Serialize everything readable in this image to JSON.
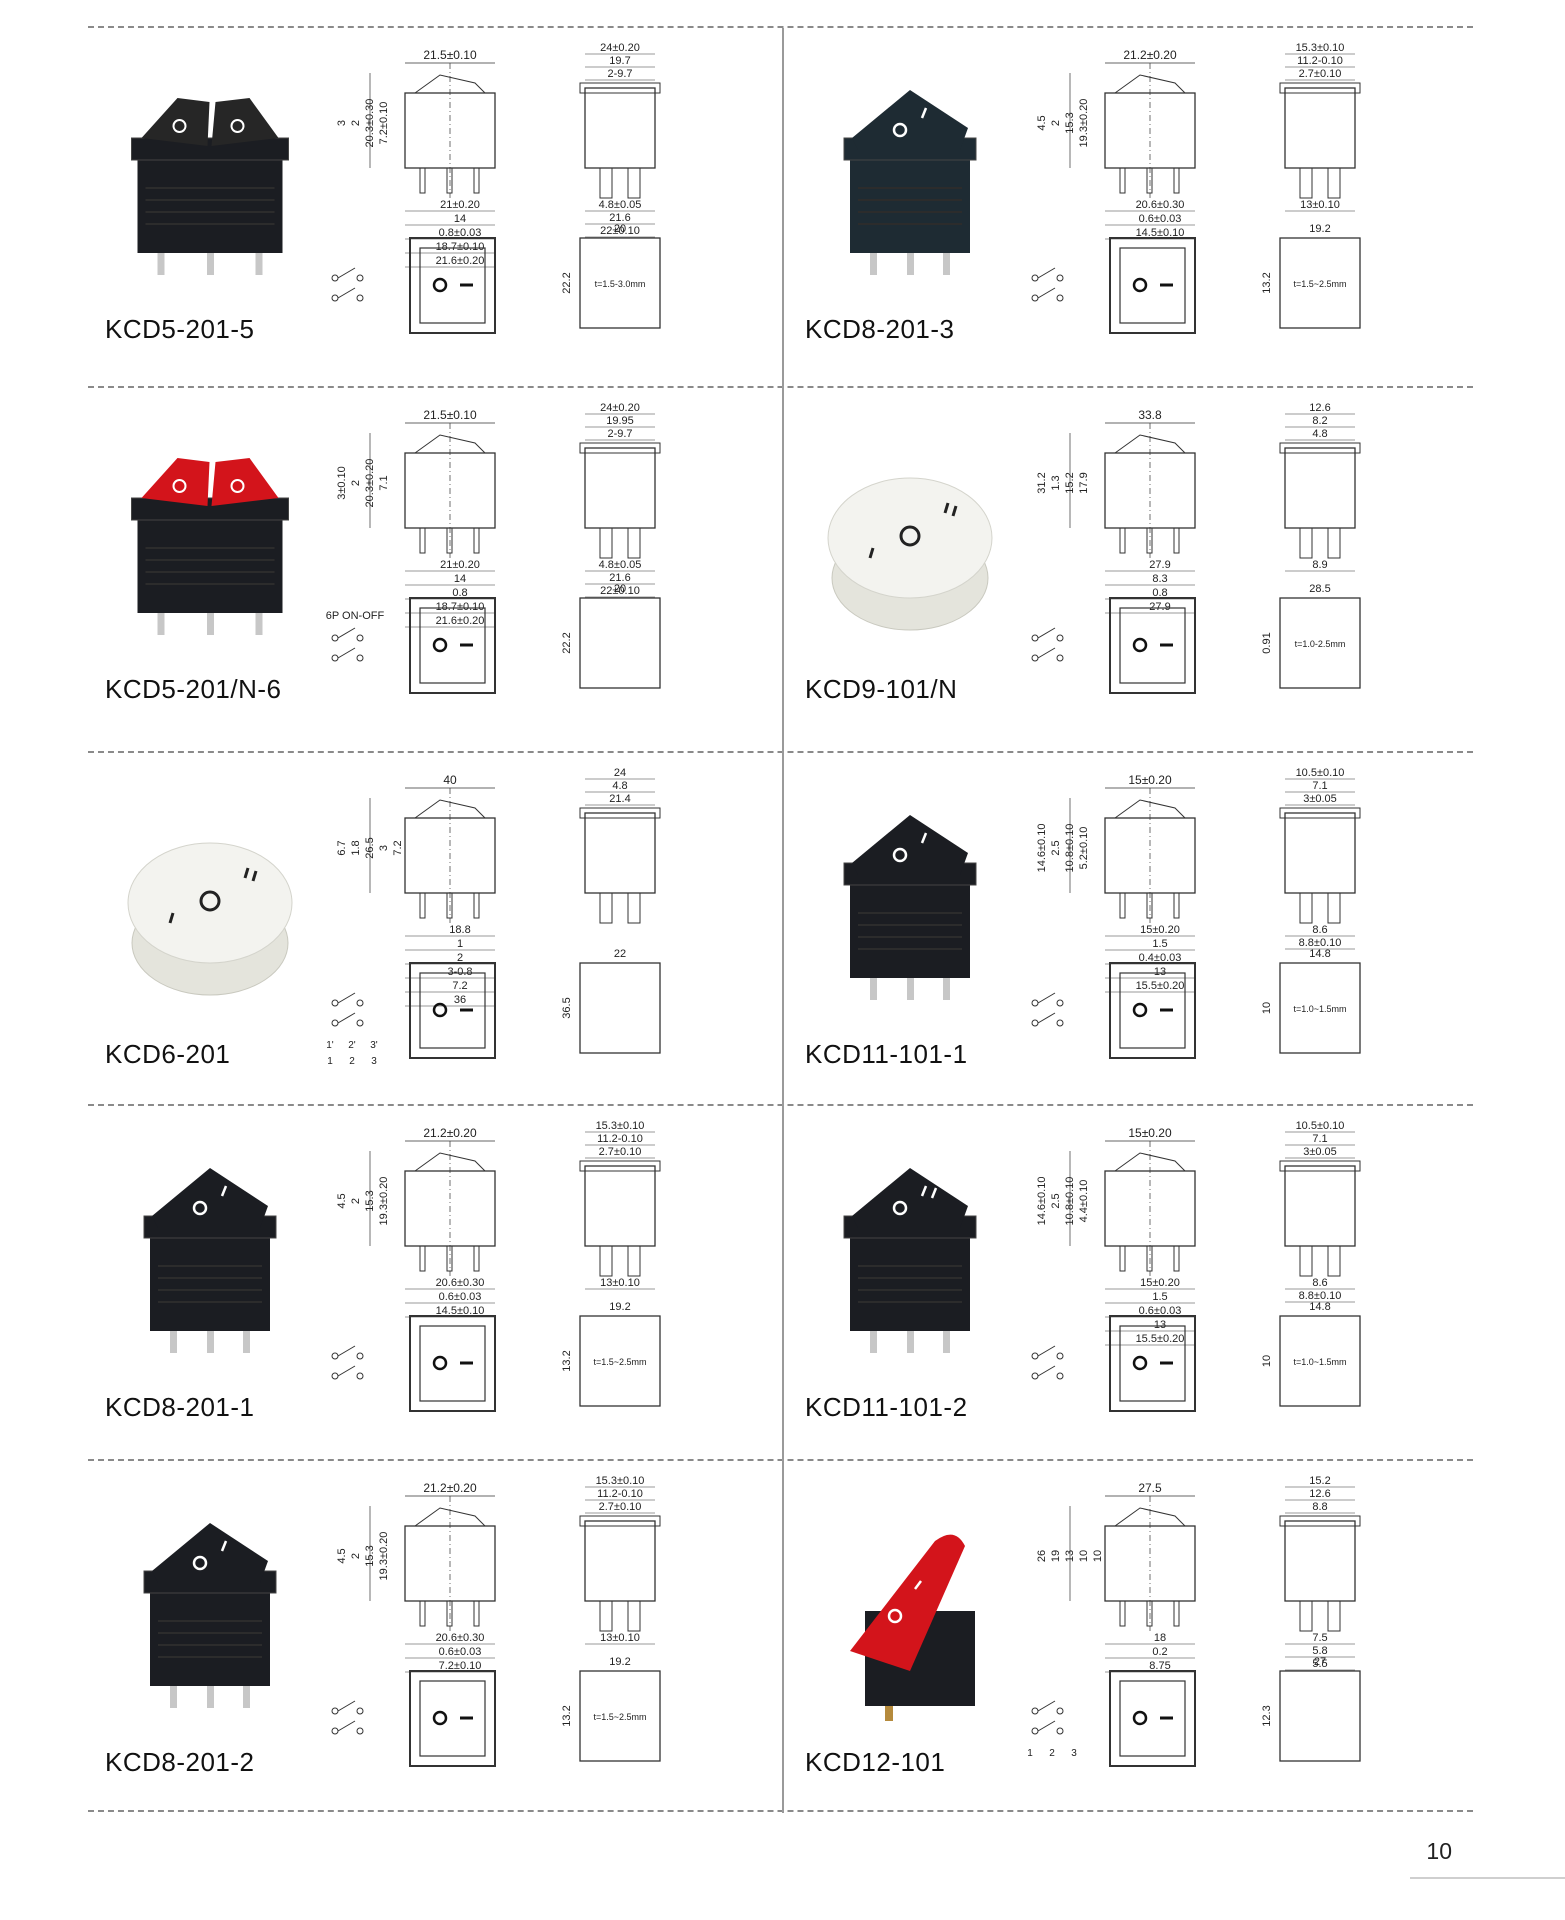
{
  "catalog": {
    "page_number": "10",
    "products": [
      {
        "model": "KCD5-201-5",
        "front_dims": [
          "21.5±0.10",
          "3",
          "2",
          "21±0.20",
          "20.3±0.30",
          "14",
          "0.8±0.03",
          "7.2±0.10",
          "18.7±0.10",
          "21.6±0.20"
        ],
        "side_dims": [
          "24±0.20",
          "19.7",
          "2-9.7",
          "4.8±0.05",
          "21.6",
          "22±0.10"
        ],
        "cutout_dims": [
          "20",
          "22.2",
          "t=1.5-3.0mm"
        ],
        "circuit_label": ""
      },
      {
        "model": "KCD8-201-3",
        "front_dims": [
          "21.2±0.20",
          "4.5",
          "2",
          "20.6±0.30",
          "15.3",
          "0.6±0.03",
          "14.5±0.10",
          "19.3±0.20"
        ],
        "side_dims": [
          "15.3±0.10",
          "11.2-0.10",
          "2.7±0.10",
          "13±0.10"
        ],
        "cutout_dims": [
          "19.2",
          "13.2",
          "t=1.5~2.5mm"
        ],
        "circuit_label": ""
      },
      {
        "model": "KCD5-201/N-6",
        "front_dims": [
          "21.5±0.10",
          "3±0.10",
          "2",
          "21±0.20",
          "20.3±0.20",
          "14",
          "0.8",
          "7.1",
          "18.7±0.10",
          "21.6±0.20"
        ],
        "side_dims": [
          "24±0.20",
          "19.95",
          "2-9.7",
          "4.8±0.05",
          "21.6",
          "22±0.10"
        ],
        "cutout_dims": [
          "20",
          "22.2",
          ""
        ],
        "circuit_label": "6P ON-OFF"
      },
      {
        "model": "KCD9-101/N",
        "front_dims": [
          "33.8",
          "31.2",
          "27.9",
          "1.3",
          "15.2",
          "8.3",
          "0.8",
          "17.9",
          "27.9"
        ],
        "side_dims": [
          "12.6",
          "8.2",
          "4.8",
          "8.9"
        ],
        "cutout_dims": [
          "28.5",
          "0.91",
          "t=1.0-2.5mm"
        ],
        "circuit_label": ""
      },
      {
        "model": "KCD6-201",
        "front_dims": [
          "40",
          "6.7",
          "1.8",
          "18.8",
          "26.5",
          "1",
          "2",
          "3",
          "3-0.8",
          "7.2",
          "7.2",
          "36"
        ],
        "side_dims": [
          "24",
          "4.8",
          "21.4"
        ],
        "cutout_dims": [
          "22",
          "36.5",
          ""
        ],
        "circuit_label": "",
        "terminal_labels": [
          "1'",
          "2'",
          "3'",
          "1",
          "2",
          "3"
        ]
      },
      {
        "model": "KCD11-101-1",
        "front_dims": [
          "15±0.20",
          "14.6±0.10",
          "2.5",
          "15±0.20",
          "10.8±0.10",
          "1.5",
          "0.4±0.03",
          "5.2±0.10",
          "13",
          "15.5±0.20"
        ],
        "side_dims": [
          "10.5±0.10",
          "7.1",
          "3±0.05",
          "8.6",
          "8.8±0.10"
        ],
        "cutout_dims": [
          "14.8",
          "10",
          "t=1.0~1.5mm"
        ],
        "circuit_label": ""
      },
      {
        "model": "KCD8-201-1",
        "front_dims": [
          "21.2±0.20",
          "4.5",
          "2",
          "20.6±0.30",
          "15.3",
          "0.6±0.03",
          "14.5±0.10",
          "19.3±0.20"
        ],
        "side_dims": [
          "15.3±0.10",
          "11.2-0.10",
          "2.7±0.10",
          "13±0.10"
        ],
        "cutout_dims": [
          "19.2",
          "13.2",
          "t=1.5~2.5mm"
        ],
        "circuit_label": ""
      },
      {
        "model": "KCD11-101-2",
        "front_dims": [
          "15±0.20",
          "14.6±0.10",
          "2.5",
          "15±0.20",
          "10.8±0.10",
          "1.5",
          "0.6±0.03",
          "4.4±0.10",
          "13",
          "15.5±0.20"
        ],
        "side_dims": [
          "10.5±0.10",
          "7.1",
          "3±0.05",
          "8.6",
          "8.8±0.10"
        ],
        "cutout_dims": [
          "14.8",
          "10",
          "t=1.0~1.5mm"
        ],
        "circuit_label": ""
      },
      {
        "model": "KCD8-201-2",
        "front_dims": [
          "21.2±0.20",
          "4.5",
          "2",
          "20.6±0.30",
          "15.3",
          "0.6±0.03",
          "7.2±0.10",
          "19.3±0.20"
        ],
        "side_dims": [
          "15.3±0.10",
          "11.2-0.10",
          "2.7±0.10",
          "13±0.10"
        ],
        "cutout_dims": [
          "19.2",
          "13.2",
          "t=1.5~2.5mm"
        ],
        "circuit_label": ""
      },
      {
        "model": "KCD12-101",
        "front_dims": [
          "27.5",
          "26",
          "19",
          "13",
          "10",
          "18",
          "0.2",
          "10",
          "8.75"
        ],
        "side_dims": [
          "15.2",
          "12.6",
          "8.8",
          "7.5",
          "5.8",
          "5.5"
        ],
        "cutout_dims": [
          "27",
          "12.3",
          ""
        ],
        "circuit_label": "",
        "terminal_labels": [
          "1",
          "2",
          "3"
        ]
      }
    ]
  },
  "colors": {
    "switch_black": "#1b1d22",
    "switch_dark_teal": "#1e2b33",
    "switch_red": "#d3141b",
    "switch_white": "#f3f3ef",
    "drawing_line": "#333333",
    "divider": "#8a8a8a"
  }
}
